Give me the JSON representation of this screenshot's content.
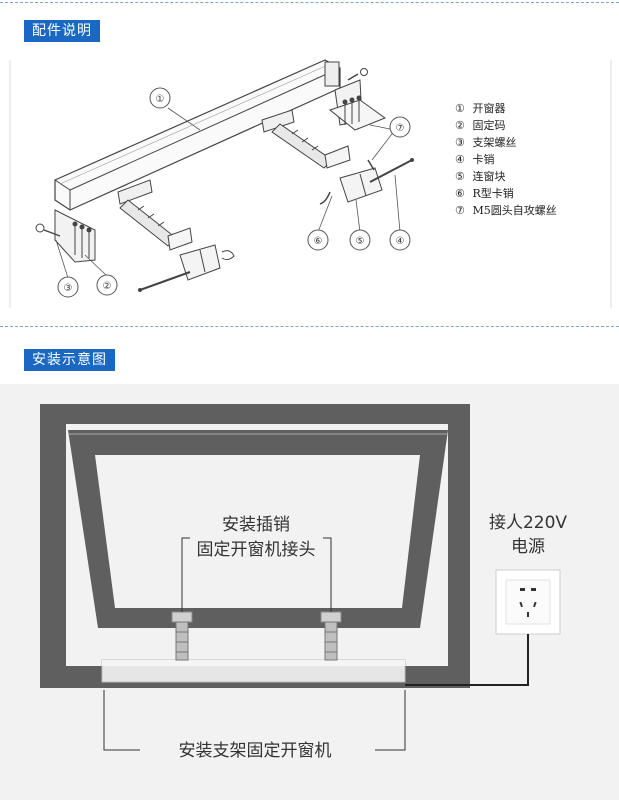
{
  "sections": {
    "parts_title": "配件说明",
    "install_title": "安装示意图"
  },
  "parts": {
    "callouts": [
      "①",
      "②",
      "③",
      "④",
      "⑤",
      "⑥",
      "⑦"
    ],
    "legend": [
      {
        "num": "①",
        "label": "开窗器"
      },
      {
        "num": "②",
        "label": "固定码"
      },
      {
        "num": "③",
        "label": "支架螺丝"
      },
      {
        "num": "④",
        "label": "卡销"
      },
      {
        "num": "⑤",
        "label": "连窗块"
      },
      {
        "num": "⑥",
        "label": "R型卡销"
      },
      {
        "num": "⑦",
        "label": "M5圆头自攻螺丝"
      }
    ]
  },
  "install": {
    "pin_label_line1": "安装插销",
    "pin_label_line2": "固定开窗机接头",
    "power_line1": "接人220V",
    "power_line2": "电源",
    "bracket_label": "安装支架固定开窗机"
  },
  "colors": {
    "accent": "#1a68c1",
    "frame": "#5f5f5f"
  }
}
